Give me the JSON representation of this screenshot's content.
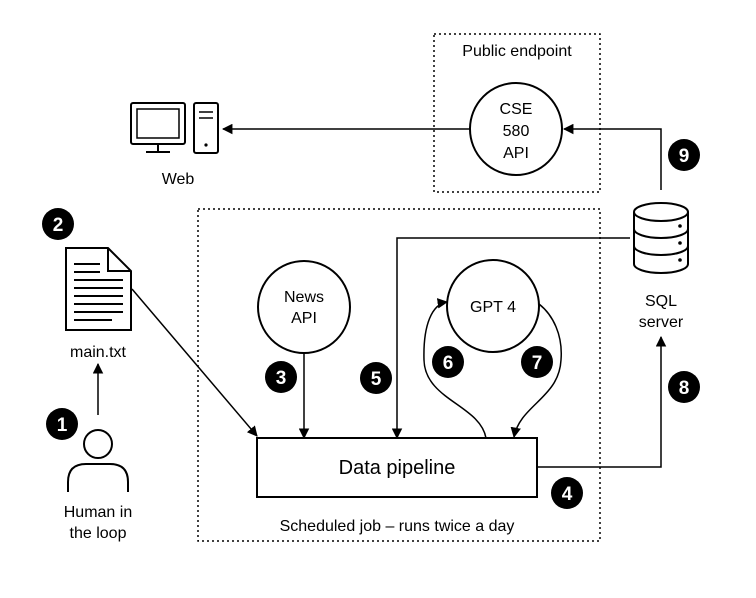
{
  "regions": {
    "public_endpoint": "Public endpoint",
    "scheduled_job": "Scheduled job – runs twice a day"
  },
  "nodes": {
    "cse_api": [
      "CSE",
      "580",
      "API"
    ],
    "news_api": [
      "News",
      "API"
    ],
    "gpt4": "GPT 4",
    "data_pipeline": "Data pipeline",
    "web": "Web",
    "main_txt": "main.txt",
    "sql_server": [
      "SQL",
      "server"
    ],
    "human": [
      "Human in",
      "the loop"
    ]
  },
  "steps": {
    "s1": "1",
    "s2": "2",
    "s3": "3",
    "s4": "4",
    "s5": "5",
    "s6": "6",
    "s7": "7",
    "s8": "8",
    "s9": "9"
  },
  "colors": {
    "badge": "#000000",
    "line": "#000000",
    "background": "#ffffff"
  }
}
